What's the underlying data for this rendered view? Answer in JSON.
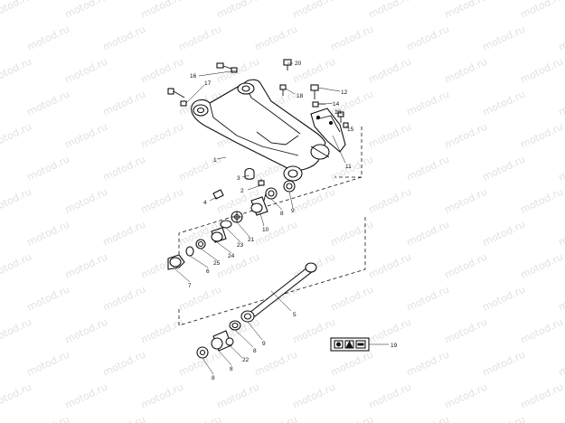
{
  "watermark": {
    "text": "motod.ru"
  },
  "callouts": {
    "c1": "1",
    "c2": "2",
    "c3": "3",
    "c4": "4",
    "c5": "5",
    "c6": "6",
    "c7": "7",
    "c8a": "8",
    "c8b": "8",
    "c8c": "8",
    "c8d": "8",
    "c9a": "9",
    "c9b": "9",
    "c10": "10",
    "c11": "11",
    "c12": "12",
    "c13": "13",
    "c14": "14",
    "c15": "15",
    "c16": "16",
    "c17": "17",
    "c18": "18",
    "c19": "19",
    "c20": "20",
    "c21": "21",
    "c22": "22",
    "c23": "23",
    "c24": "24",
    "c25": "25"
  },
  "icons": [
    "hazard-icon",
    "warning-label-icon",
    "caution-decal-icon"
  ],
  "colors": {
    "ink": "#111111",
    "watermark": "#c8c8c8",
    "background": "#ffffff"
  }
}
